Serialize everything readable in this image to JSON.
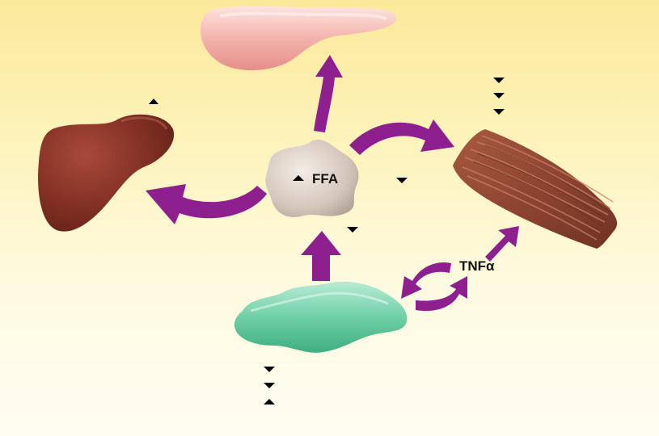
{
  "labels": {
    "ffa": "FFA",
    "tnf": "TNFα"
  },
  "colors": {
    "arrow": "#8e1f8e",
    "pancreas": "#f2a9a3",
    "liver": "#8a3426",
    "adipocyte": "#d3c6bb",
    "muscle": "#8e4530",
    "adipose": "#6fd0a6",
    "background_top": "#fbe99a",
    "background_bottom": "#fffdf2"
  },
  "indicators": {
    "liver": [
      "up"
    ],
    "muscle": [
      "down",
      "down",
      "down"
    ],
    "ffa_cell": [
      "up"
    ],
    "ffa_right": [
      "down"
    ],
    "ffa_below": [
      "down"
    ],
    "adipose": [
      "down",
      "down",
      "up"
    ]
  }
}
